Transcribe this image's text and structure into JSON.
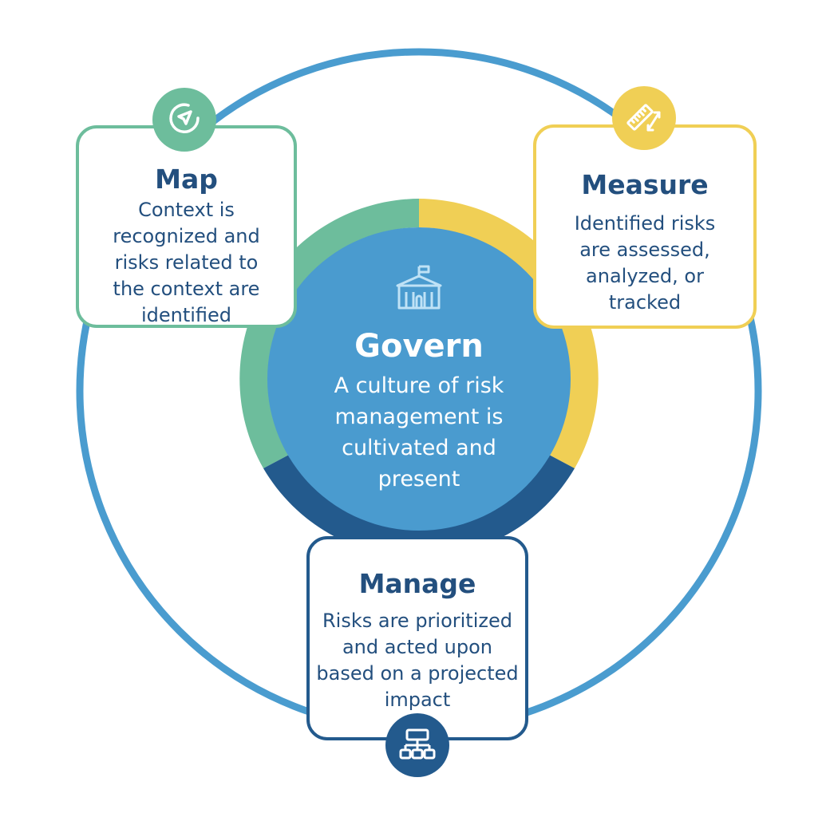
{
  "center": {
    "title": "Govern",
    "description_lines": [
      "A culture of risk",
      "management is",
      "cultivated and",
      "present"
    ],
    "icon": "school-building-icon"
  },
  "cards": {
    "map": {
      "title": "Map",
      "description_lines": [
        "Context is",
        "recognized and",
        "risks related to",
        "the context are",
        "identified"
      ],
      "icon": "navigation-arrow-icon",
      "color": "#6dbd9c"
    },
    "measure": {
      "title": "Measure",
      "description_lines": [
        "Identified risks",
        "are assessed,",
        "analyzed, or",
        "tracked"
      ],
      "icon": "ruler-icon",
      "color": "#f0cf55"
    },
    "manage": {
      "title": "Manage",
      "description_lines": [
        "Risks are prioritized",
        "and acted upon",
        "based on a projected",
        "impact"
      ],
      "icon": "hierarchy-icon",
      "color": "#235a8d"
    }
  },
  "colors": {
    "outer_ring": "#4a9ccf",
    "center_fill": "#4a9bcf",
    "map_arc": "#6dbd9c",
    "measure_arc": "#f0cf55",
    "manage_arc": "#235a8d"
  }
}
